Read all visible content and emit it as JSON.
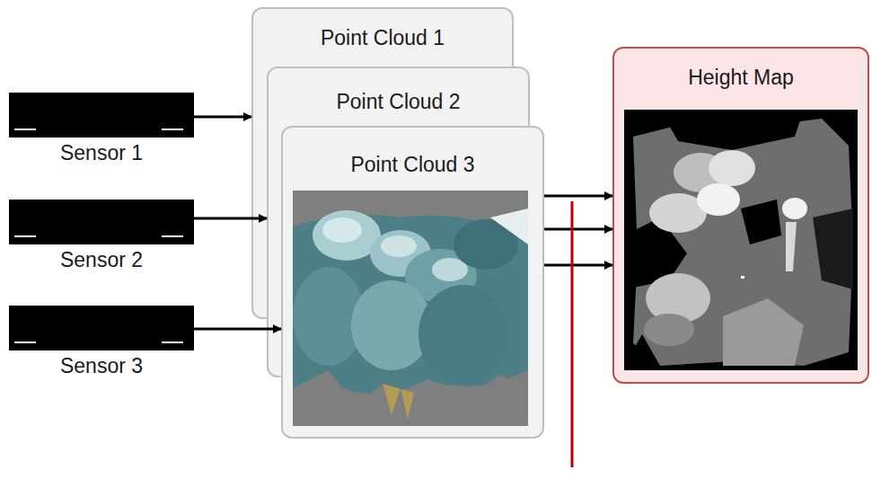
{
  "diagram": {
    "nodes": [
      {
        "text": [
          "Sensor 1"
        ]
      },
      {
        "text": [
          "Sensor 2"
        ]
      },
      {
        "text": [
          "Sensor 3"
        ]
      },
      {
        "text": [
          "Point Cloud 1"
        ]
      },
      {
        "text": [
          "Point Cloud 2"
        ]
      },
      {
        "text": [
          "Point Cloud 3"
        ]
      },
      {
        "text": [
          "Height Map"
        ]
      }
    ],
    "edges": [
      {
        "from": 0,
        "to": 3,
        "arrow": "to"
      },
      {
        "from": 1,
        "to": 4,
        "arrow": "to"
      },
      {
        "from": 2,
        "to": 5,
        "arrow": "to"
      },
      {
        "from": 3,
        "to": 6,
        "arrow": "to"
      },
      {
        "from": 4,
        "to": 6,
        "arrow": "to"
      },
      {
        "from": 5,
        "to": 6,
        "arrow": "to"
      }
    ]
  }
}
